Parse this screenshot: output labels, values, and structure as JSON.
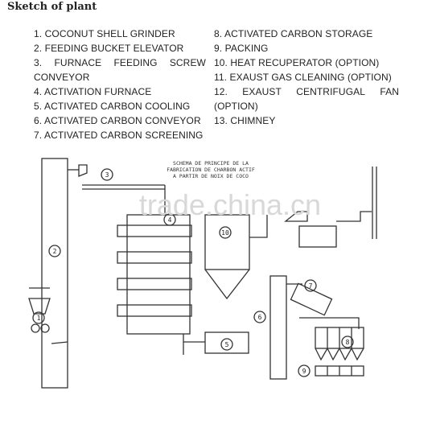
{
  "title": "Sketch of plant",
  "legend_left": [
    "1. COCONUT SHELL GRINDER",
    "2. FEEDING BUCKET ELEVATOR",
    [
      "3.",
      "FURNACE",
      "FEEDING",
      "SCREW"
    ],
    "CONVEYOR",
    "4. ACTIVATION FURNACE",
    "5. ACTIVATED CARBON COOLING",
    "6. ACTIVATED CARBON CONVEYOR",
    "7. ACTIVATED CARBON SCREENING"
  ],
  "legend_right": [
    "8. ACTIVATED CARBON STORAGE",
    "9. PACKING",
    "10. HEAT RECUPERATOR (OPTION)",
    "11. EXAUST GAS CLEANING (OPTION)",
    [
      "12.",
      "EXAUST",
      "CENTRIFUGAL",
      "FAN"
    ],
    "(OPTION)",
    "13. CHIMNEY"
  ],
  "diagram": {
    "caption": [
      "SCHEMA DE PRINCIPE DE LA",
      "FABRICATION DE CHARBON ACTIF",
      "A PARTIR DE NOIX DE COCO"
    ],
    "watermark": "trade.china.cn",
    "numbers": [
      "1",
      "2",
      "3",
      "4",
      "5",
      "6",
      "7",
      "8",
      "9",
      "10"
    ]
  }
}
